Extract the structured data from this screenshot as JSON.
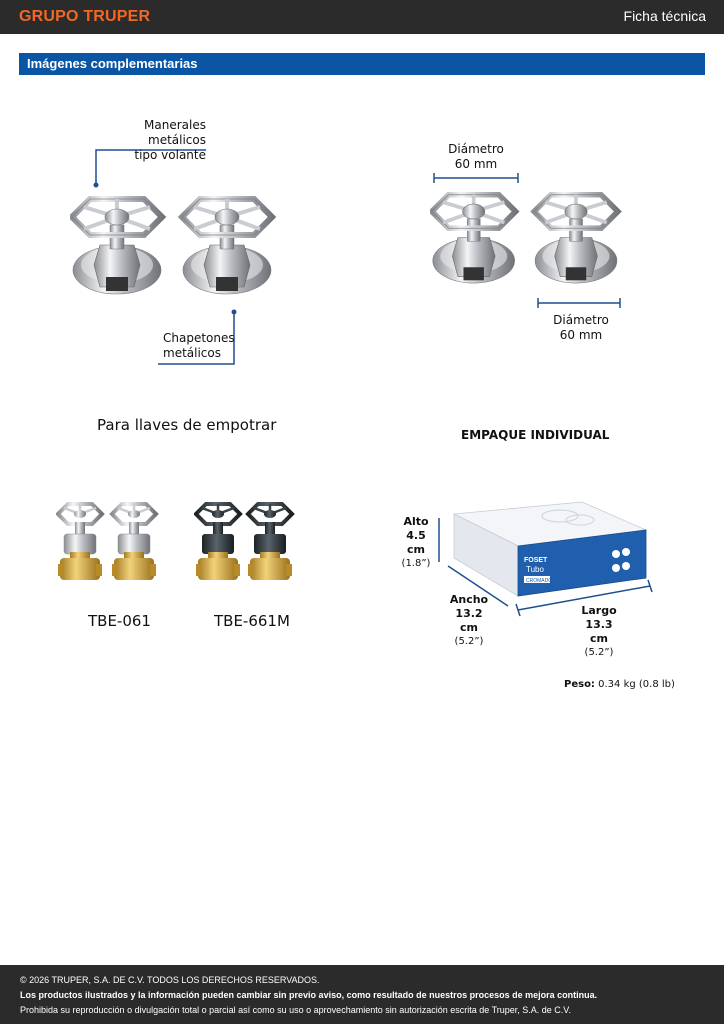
{
  "header": {
    "brand": "GRUPO TRUPER",
    "doc_type": "Ficha técnica"
  },
  "section": {
    "title": "Imágenes complementarias"
  },
  "callouts": {
    "handles_line1": "Manerales metálicos",
    "handles_line2": "tipo volante",
    "escutcheons_line1": "Chapetones",
    "escutcheons_line2": "metálicos",
    "diameter_label": "Diámetro",
    "diameter_value": "60 mm"
  },
  "usage_caption": "Para llaves de empotrar",
  "models": [
    "TBE-061",
    "TBE-661M"
  ],
  "packaging": {
    "title": "EMPAQUE INDIVIDUAL",
    "alto_label": "Alto",
    "alto_cm": "4.5 cm",
    "alto_in": "(1.8”)",
    "ancho_label": "Ancho",
    "ancho_cm": "13.2 cm",
    "ancho_in": "(5.2”)",
    "largo_label": "Largo",
    "largo_cm": "13.3 cm",
    "largo_in": "(5.2”)",
    "weight_label": "Peso:",
    "weight_value": "0.34 kg (0.8 lb)",
    "box_brand": "FOSET",
    "box_line": "Tubo",
    "box_finish": "CROMADO"
  },
  "footer": {
    "copyright": "© 2026 TRUPER, S.A. DE C.V. TODOS LOS DERECHOS RESERVADOS.",
    "notice": "Los productos ilustrados y la información pueden cambiar sin previo aviso, como resultado de nuestros procesos de mejora continua.",
    "prohibition": "Prohibida su reproducción o divulgación total o parcial así como su uso o aprovechamiento sin autorización escrita de Truper, S.A. de C.V."
  },
  "colors": {
    "brand_orange": "#f26722",
    "section_blue": "#0b56a4",
    "bar_dark": "#2b2b2b",
    "callout_blue": "#1f4f8f"
  }
}
